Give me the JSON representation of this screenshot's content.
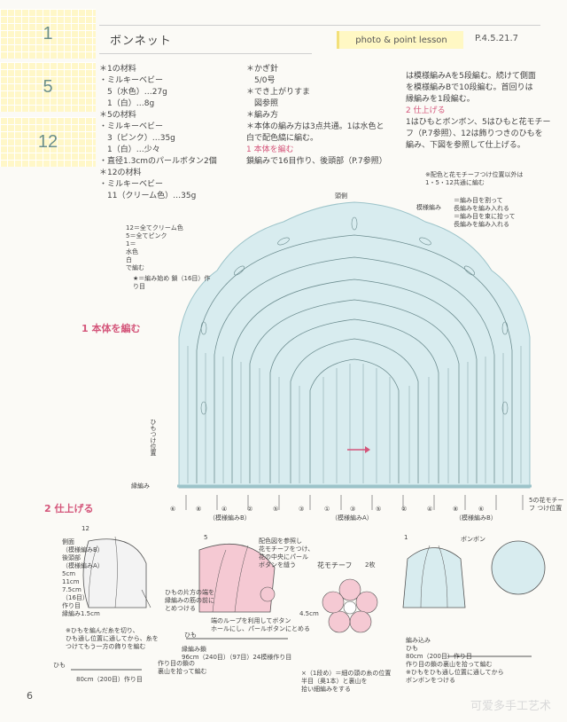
{
  "tabs": [
    "1",
    "5",
    "12"
  ],
  "header": {
    "title": "ボンネット",
    "lesson": "photo & point lesson",
    "pages": "P.4.5.21.7"
  },
  "materials_col1": [
    "＊1の材料",
    "・ミルキーベビー",
    "　5（水色）…27g",
    "　1（白）…8g",
    "＊5の材料",
    "・ミルキーベビー",
    "　3（ピンク）…35g",
    "　1（白）…少々",
    "・直径1.3cmのパールボタン2個",
    "＊12の材料",
    "・ミルキーベビー",
    "　11（クリーム色）…35g"
  ],
  "materials_col2": [
    "＊かぎ針",
    "　5/0号",
    "＊でき上がりすま",
    "　図参照",
    "＊編み方",
    "＊本体の編み方は3点共通。1は水色と",
    "白で配色縞に編む。",
    "1 本体を編む",
    "鎖編みで16目作り、後頭部（P.7参照）"
  ],
  "materials_col3": [
    "は模様編みAを5段編む。続けて側面",
    "を模様編みBで10段編む。首回りは",
    "縁編みを1段編む。",
    "2 仕上げる",
    "1はひもとボンボン、5はひもと花モチー",
    "フ（P.7参照）、12は飾りつきのひもを",
    "編み、下図を参照して仕上げる。"
  ],
  "sections": {
    "body": "1 本体を編む",
    "finish": "2 仕上げる"
  },
  "diagram": {
    "center_label": "頭側",
    "left_legend": [
      "12＝全てクリーム色",
      "5＝全てピンク",
      "1＝",
      "水色",
      "白"
    ],
    "left_legend_suffix": "で編む",
    "chain_note": "★＝編み始め 鎖（16目）作り目",
    "right_note": [
      "※配色と花モチーフつけ位置以外は",
      "1・5・12共通に編む"
    ],
    "right_legend": [
      "＝編み目を割って",
      "長編みを編み入れる",
      "＝編み目を束に拾って",
      "長編みを編み入れる"
    ],
    "right_legend_prefix": "模様編み",
    "himo_pos": "ひもつけ位置",
    "edge": "縁編み",
    "flower_pos": "5の花モチーフ つけ位置",
    "pattern_labels": [
      "（模様編みB）",
      "（模様編みA）",
      "（模様編みB）"
    ],
    "row_numbers": [
      "⑥",
      "⑧",
      "④",
      "②",
      "⑤",
      "③",
      "①",
      "③",
      "⑤",
      "②",
      "④",
      "⑧",
      "⑥"
    ]
  },
  "finish": {
    "item12": {
      "num": "12",
      "labels": [
        "側面",
        "（模様編みB）",
        "後頭部",
        "（模様編みA）",
        "5cm",
        "11cm",
        "7.5cm",
        "（16目）",
        "作り目",
        "縁編み1.5cm"
      ],
      "notes": [
        "※ひもを編んだ糸を切り、",
        "ひも通し位置に通してから、糸を",
        "つけてもう一方の飾りを編む"
      ],
      "himo": "ひも",
      "himo_measure": "80cm（200目）作り目",
      "himo_note": [
        "作り目の鎖の",
        "裏山を拾って編む"
      ]
    },
    "item5": {
      "num": "5",
      "notes": [
        "配色図を参照し",
        "花モチーフをつけ、",
        "花の中央にパール",
        "ボタンを縫う"
      ],
      "notes2": [
        "ひもの片方の端を",
        "縁編みの筋の前に",
        "とめつける"
      ],
      "notes3": [
        "端のループを利用してボタン",
        "ホールにし、パールボタンにとめる"
      ],
      "himo": "ひも",
      "himo_measure": [
        "縁編み鎖",
        "96cm（240目）（97目）24模様作り目"
      ]
    },
    "flower": {
      "title": "花モチーフ",
      "count": "2枚",
      "size": "4.5cm",
      "notes": [
        "×（1段め）＝細の頭の糸の位置",
        "半目（奥1本）と裏山を",
        "拾い細編みをする"
      ]
    },
    "item1": {
      "num": "1",
      "pompon": "ボンボン",
      "labels": [
        "編み込み",
        "ひも",
        "80cm（200目）作り目",
        "作り目の鎖の裏山を拾って編む",
        "※ひもをひも通し位置に通してから",
        "ボンボンをつける"
      ]
    }
  },
  "page_number": "6",
  "watermark": "可爱多手工艺术"
}
